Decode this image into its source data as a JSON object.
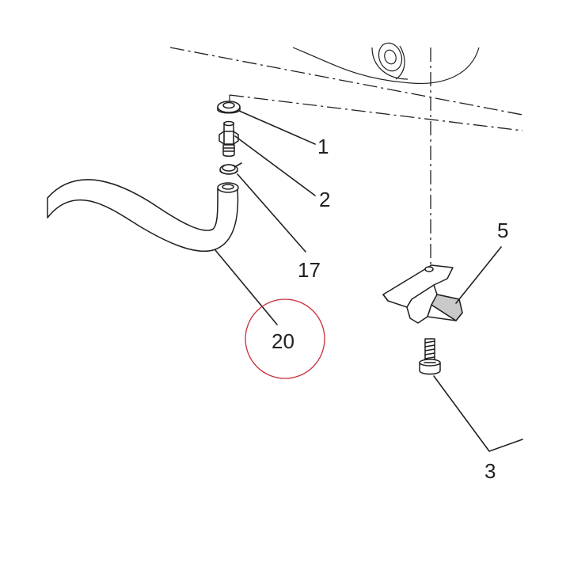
{
  "diagram": {
    "callouts": [
      {
        "id": "1",
        "label": "1"
      },
      {
        "id": "2",
        "label": "2"
      },
      {
        "id": "17",
        "label": "17"
      },
      {
        "id": "20",
        "label": "20",
        "highlighted": true
      },
      {
        "id": "5",
        "label": "5"
      },
      {
        "id": "3",
        "label": "3"
      }
    ],
    "highlight_color": "#c8303a",
    "line_color": "#231f20"
  }
}
